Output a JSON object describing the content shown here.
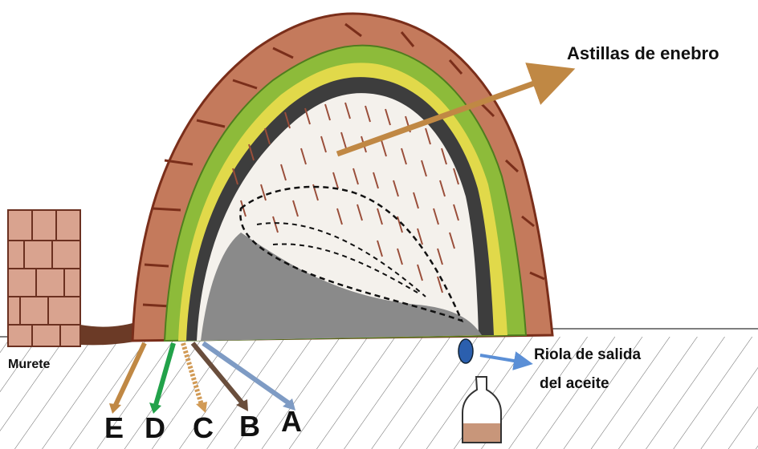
{
  "labels": {
    "astillas": "Astillas de enebro",
    "murete": "Murete",
    "riola_line1": "Riola de salida",
    "riola_line2": "del aceite"
  },
  "layers": [
    "E",
    "D",
    "C",
    "B",
    "A"
  ],
  "colors": {
    "log_fill": "#c47a5c",
    "log_stroke": "#7a2e1a",
    "needles": "#7fae2f",
    "yellow_band": "#d9d23a",
    "inner_dome": "#3b3b3b",
    "chips": "#9a4e3a",
    "ash_pile": "#8a8a8a",
    "arrow_astillas": "#c08844",
    "arrow_E": "#c08844",
    "arrow_D": "#22a24a",
    "arrow_C": "#d19a55",
    "arrow_B": "#6a4e3c",
    "arrow_A": "#7e9bc4",
    "arrow_riola": "#5b8fd6",
    "bottle_oil": "#c8967a",
    "wall": "#d49a86",
    "hatch": "#555555"
  }
}
